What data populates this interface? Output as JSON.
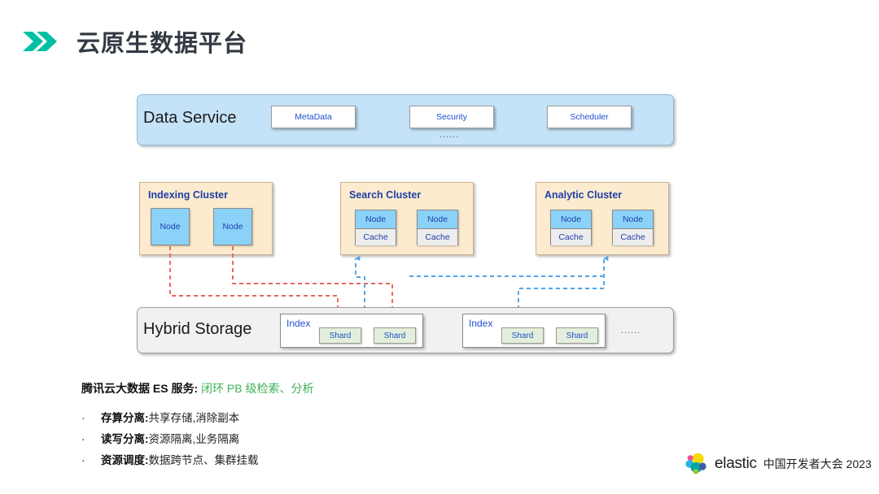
{
  "header": {
    "title": "云原生数据平台",
    "chevron_icon": "double-chevron-right-icon",
    "accent_color": "#00BFA5"
  },
  "diagram": {
    "data_service": {
      "label": "Data Service",
      "band_color": "#C5E3F8",
      "ellipsis": "......",
      "services": [
        {
          "label": "MetaData"
        },
        {
          "label": "Security"
        },
        {
          "label": "Scheduler"
        }
      ]
    },
    "clusters": [
      {
        "title": "Indexing Cluster",
        "nodes": [
          {
            "node_label": "Node",
            "cache_label": null
          },
          {
            "node_label": "Node",
            "cache_label": null
          }
        ]
      },
      {
        "title": "Search Cluster",
        "nodes": [
          {
            "node_label": "Node",
            "cache_label": "Cache"
          },
          {
            "node_label": "Node",
            "cache_label": "Cache"
          }
        ]
      },
      {
        "title": "Analytic Cluster",
        "nodes": [
          {
            "node_label": "Node",
            "cache_label": "Cache"
          },
          {
            "node_label": "Node",
            "cache_label": "Cache"
          }
        ]
      }
    ],
    "hybrid_storage": {
      "label": "Hybrid Storage",
      "band_color": "#F1F1F1",
      "ellipsis": "......",
      "indexes": [
        {
          "label": "Index",
          "shards": [
            "Shard",
            "Shard"
          ]
        },
        {
          "label": "Index",
          "shards": [
            "Shard",
            "Shard"
          ]
        }
      ]
    },
    "connector_colors": {
      "write_path": "#E8665A",
      "read_path": "#4FA3EA"
    }
  },
  "summary": {
    "lead_prefix": "腾讯云大数据 ES 服务:",
    "lead_highlight": "闭环 PB 级检索、分析",
    "highlight_color": "#3CB054",
    "bullets": [
      {
        "marker": "·",
        "term": "存算分离:",
        "desc": "共享存储,消除副本"
      },
      {
        "marker": "·",
        "term": "读写分离:",
        "desc": "资源隔离,业务隔离"
      },
      {
        "marker": "·",
        "term": "资源调度:",
        "desc": "数据跨节点、集群挂载"
      }
    ]
  },
  "footer": {
    "logo_icon": "elastic-logo-icon",
    "brand": "elastic",
    "event": "中国开发者大会 2023"
  }
}
